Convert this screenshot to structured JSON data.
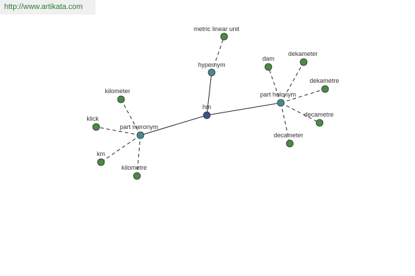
{
  "watermark": "http://www.artikata.com",
  "colors": {
    "center": "#3f4e8c",
    "relation": "#4a8a8a",
    "leaf": "#4b8a45"
  },
  "nodes": [
    {
      "id": "hm",
      "label": "hm",
      "kind": "center"
    },
    {
      "id": "hypernym",
      "label": "hypernym",
      "kind": "relation"
    },
    {
      "id": "part_holonym",
      "label": "part holonym",
      "kind": "relation"
    },
    {
      "id": "part_meronym",
      "label": "part meronym",
      "kind": "relation"
    },
    {
      "id": "metric_linear_unit",
      "label": "metric linear unit",
      "kind": "leaf"
    },
    {
      "id": "dam",
      "label": "dam",
      "kind": "leaf"
    },
    {
      "id": "dekameter",
      "label": "dekameter",
      "kind": "leaf"
    },
    {
      "id": "dekametre",
      "label": "dekametre",
      "kind": "leaf"
    },
    {
      "id": "decametre",
      "label": "decametre",
      "kind": "leaf"
    },
    {
      "id": "decameter",
      "label": "decameter",
      "kind": "leaf"
    },
    {
      "id": "kilometer",
      "label": "kilometer",
      "kind": "leaf"
    },
    {
      "id": "klick",
      "label": "klick",
      "kind": "leaf"
    },
    {
      "id": "km",
      "label": "km",
      "kind": "leaf"
    },
    {
      "id": "kilometre",
      "label": "kilometre",
      "kind": "leaf"
    }
  ],
  "edges": [
    {
      "from": "hm",
      "to": "hypernym",
      "style": "solid"
    },
    {
      "from": "hm",
      "to": "part_holonym",
      "style": "solid"
    },
    {
      "from": "hm",
      "to": "part_meronym",
      "style": "solid"
    },
    {
      "from": "hypernym",
      "to": "metric_linear_unit",
      "style": "dashed"
    },
    {
      "from": "part_holonym",
      "to": "dam",
      "style": "dashed"
    },
    {
      "from": "part_holonym",
      "to": "dekameter",
      "style": "dashed"
    },
    {
      "from": "part_holonym",
      "to": "dekametre",
      "style": "dashed"
    },
    {
      "from": "part_holonym",
      "to": "decametre",
      "style": "dashed"
    },
    {
      "from": "part_holonym",
      "to": "decameter",
      "style": "dashed"
    },
    {
      "from": "part_meronym",
      "to": "kilometer",
      "style": "dashed"
    },
    {
      "from": "part_meronym",
      "to": "klick",
      "style": "dashed"
    },
    {
      "from": "part_meronym",
      "to": "km",
      "style": "dashed"
    },
    {
      "from": "part_meronym",
      "to": "kilometre",
      "style": "dashed"
    }
  ]
}
